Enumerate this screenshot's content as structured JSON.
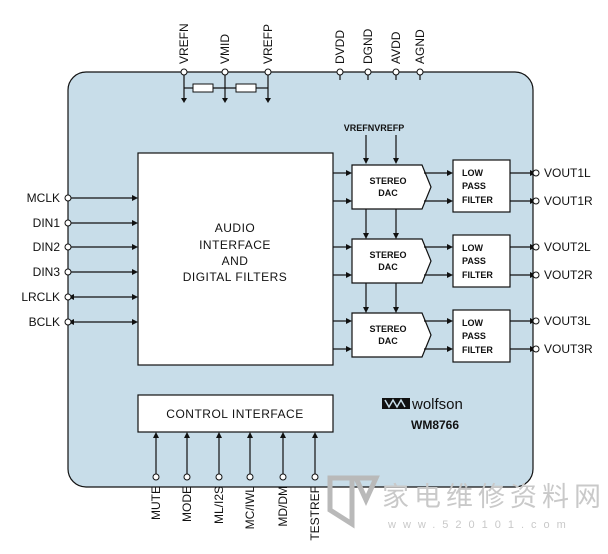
{
  "top_pins": [
    "VREFN",
    "VMID",
    "VREFP",
    "DVDD",
    "DGND",
    "AVDD",
    "AGND"
  ],
  "left_pins": [
    "MCLK",
    "DIN1",
    "DIN2",
    "DIN3",
    "LRCLK",
    "BCLK"
  ],
  "right_pins": [
    "VOUT1L",
    "VOUT1R",
    "VOUT2L",
    "VOUT2R",
    "VOUT3L",
    "VOUT3R"
  ],
  "bottom_pins": [
    "MUTE",
    "MODE",
    "ML/I2S",
    "MC/IWL",
    "MD/DM",
    "TESTREF"
  ],
  "blocks": {
    "audio_interface": [
      "AUDIO",
      "INTERFACE",
      "AND",
      "DIGITAL FILTERS"
    ],
    "control_interface": "CONTROL INTERFACE",
    "dac_line1": "STEREO",
    "dac_line2": "DAC",
    "lpf_line1": "LOW",
    "lpf_line2": "PASS",
    "lpf_line3": "FILTER",
    "vref_label": "VREFNVREFP"
  },
  "logo": {
    "brand": "wolfson",
    "part": "WM8766"
  },
  "watermark": {
    "chinese": "家电维修资料网",
    "url": "www.520101.com"
  },
  "colors": {
    "chip_fill": "#c8dde9",
    "outline": "#111111"
  }
}
